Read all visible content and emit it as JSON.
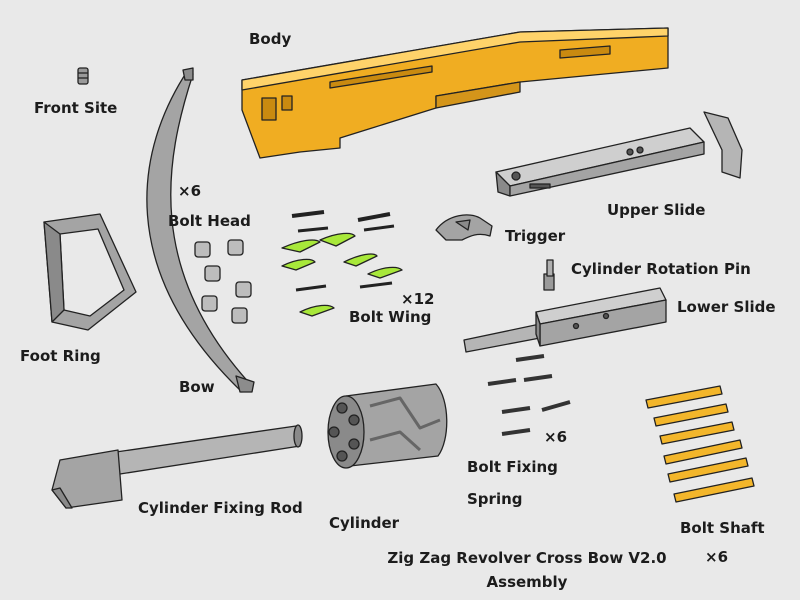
{
  "parts": {
    "body": "Body",
    "front_site": "Front Site",
    "bolt_head": "Bolt Head",
    "bolt_head_qty": "×6",
    "trigger": "Trigger",
    "upper_slide": "Upper Slide",
    "cylinder_rotation_pin": "Cylinder Rotation Pin",
    "lower_slide": "Lower Slide",
    "bolt_wing": "Bolt Wing",
    "bolt_wing_qty": "×12",
    "foot_ring": "Foot Ring",
    "bow": "Bow",
    "bolt_fixing": "Bolt Fixing",
    "bolt_fixing_qty": "×6",
    "spring": "Spring",
    "cylinder_fixing_rod": "Cylinder Fixing Rod",
    "cylinder": "Cylinder",
    "bolt_shaft": "Bolt Shaft",
    "bolt_shaft_qty": "×6"
  },
  "title": {
    "line1": "Zig Zag Revolver Cross Bow V2.0",
    "line2": "Assembly"
  },
  "colors": {
    "background": "#e9e9e9",
    "body_part": "#f0ad22",
    "grey_part": "#a4a4a4",
    "bolt_wing": "#a8e83a",
    "bolt_shaft": "#f3b62b",
    "outline": "#222222"
  }
}
